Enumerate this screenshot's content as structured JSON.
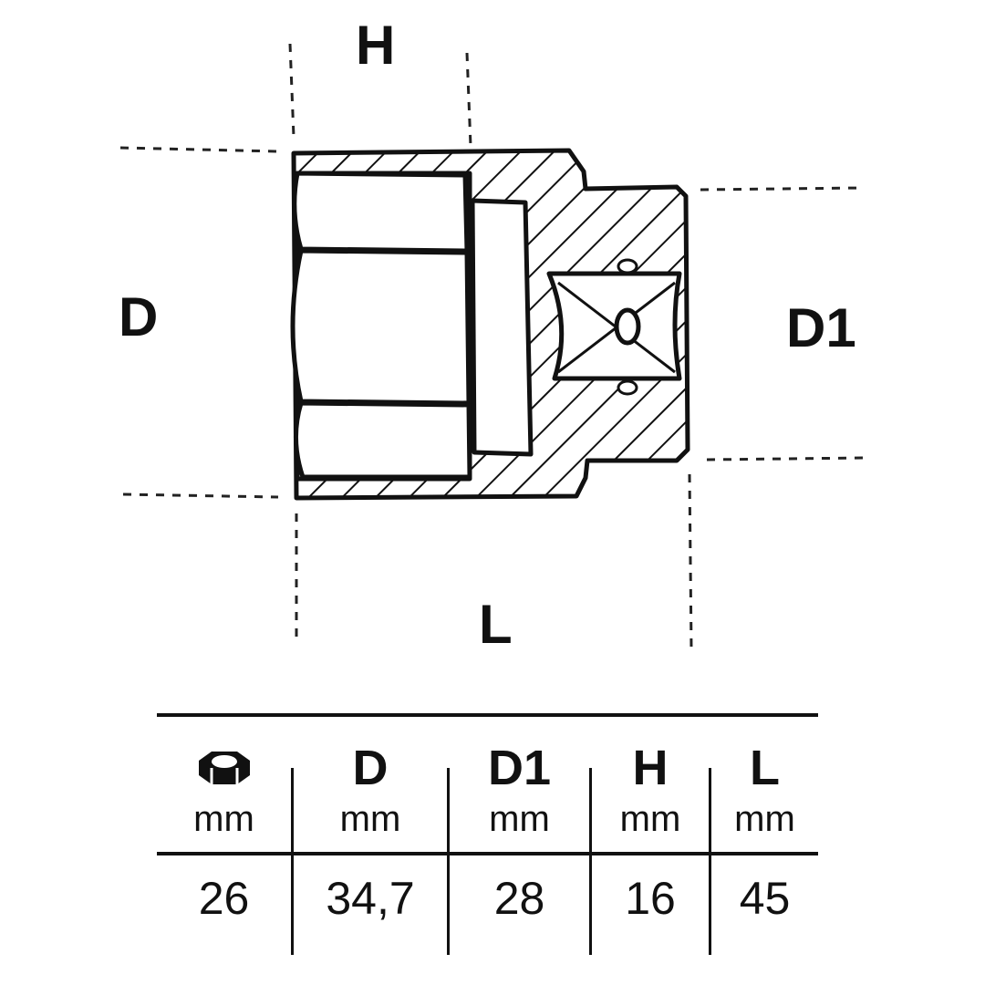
{
  "labels": {
    "H": "H",
    "D": "D",
    "D1": "D1",
    "L": "L"
  },
  "table": {
    "icon": "hex-nut-icon",
    "columns": [
      {
        "header": "",
        "unit": "mm",
        "value": "26"
      },
      {
        "header": "D",
        "unit": "mm",
        "value": "34,7"
      },
      {
        "header": "D1",
        "unit": "mm",
        "value": "28"
      },
      {
        "header": "H",
        "unit": "mm",
        "value": "16"
      },
      {
        "header": "L",
        "unit": "mm",
        "value": "45"
      }
    ]
  }
}
